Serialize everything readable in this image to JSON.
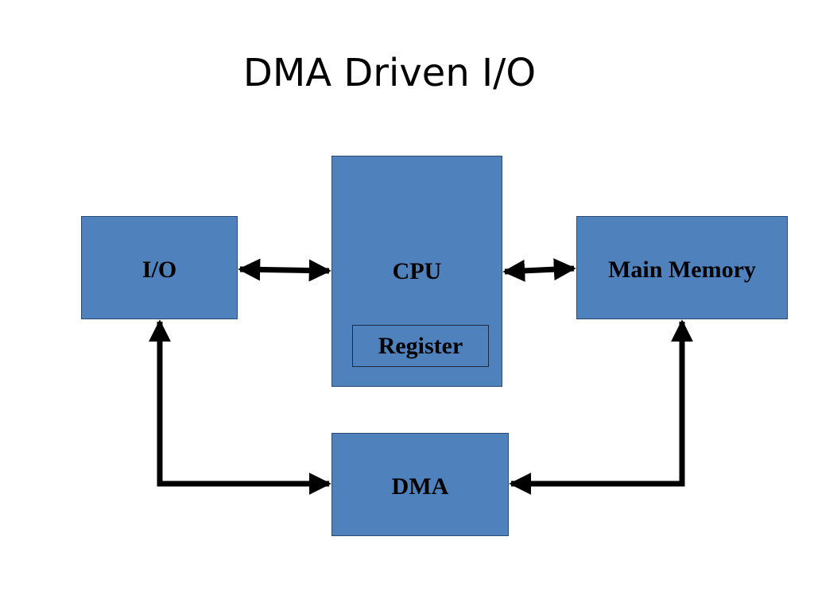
{
  "title": "DMA Driven I/O",
  "colors": {
    "block_fill": "#4f81bd",
    "block_border": "#2c4a73",
    "arrow": "#000000"
  },
  "blocks": {
    "io": {
      "label": "I/O"
    },
    "cpu": {
      "label": "CPU",
      "register_label": "Register"
    },
    "memory": {
      "label": "Main Memory"
    },
    "dma": {
      "label": "DMA"
    }
  },
  "connections": [
    {
      "from": "I/O",
      "to": "CPU",
      "direction": "bidirectional"
    },
    {
      "from": "CPU",
      "to": "Main Memory",
      "direction": "bidirectional"
    },
    {
      "from": "I/O",
      "to": "DMA",
      "direction": "bidirectional"
    },
    {
      "from": "Main Memory",
      "to": "DMA",
      "direction": "bidirectional"
    }
  ]
}
